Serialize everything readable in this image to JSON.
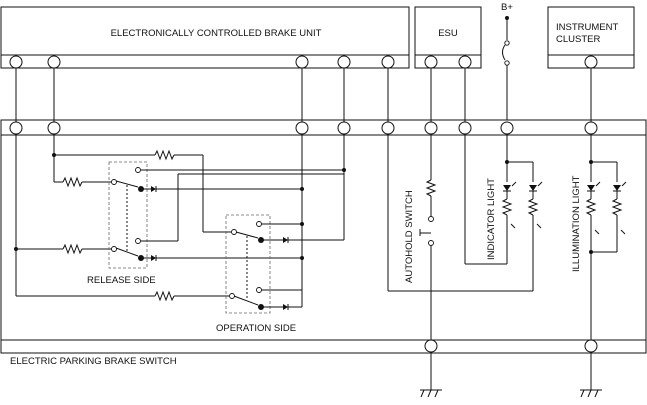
{
  "labels": {
    "brake_unit": "ELECTRONICALLY CONTROLLED BRAKE UNIT",
    "esu": "ESU",
    "bplus": "B+",
    "instrument_cluster_line1": "INSTRUMENT",
    "instrument_cluster_line2": "CLUSTER",
    "release_side": "RELEASE SIDE",
    "operation_side": "OPERATION SIDE",
    "autohold_switch": "AUTOHOLD SWITCH",
    "indicator_light": "INDICATOR LIGHT",
    "illumination_light": "ILLUMINATION LIGHT",
    "switch_assembly": "ELECTRIC PARKING BRAKE SWITCH"
  }
}
